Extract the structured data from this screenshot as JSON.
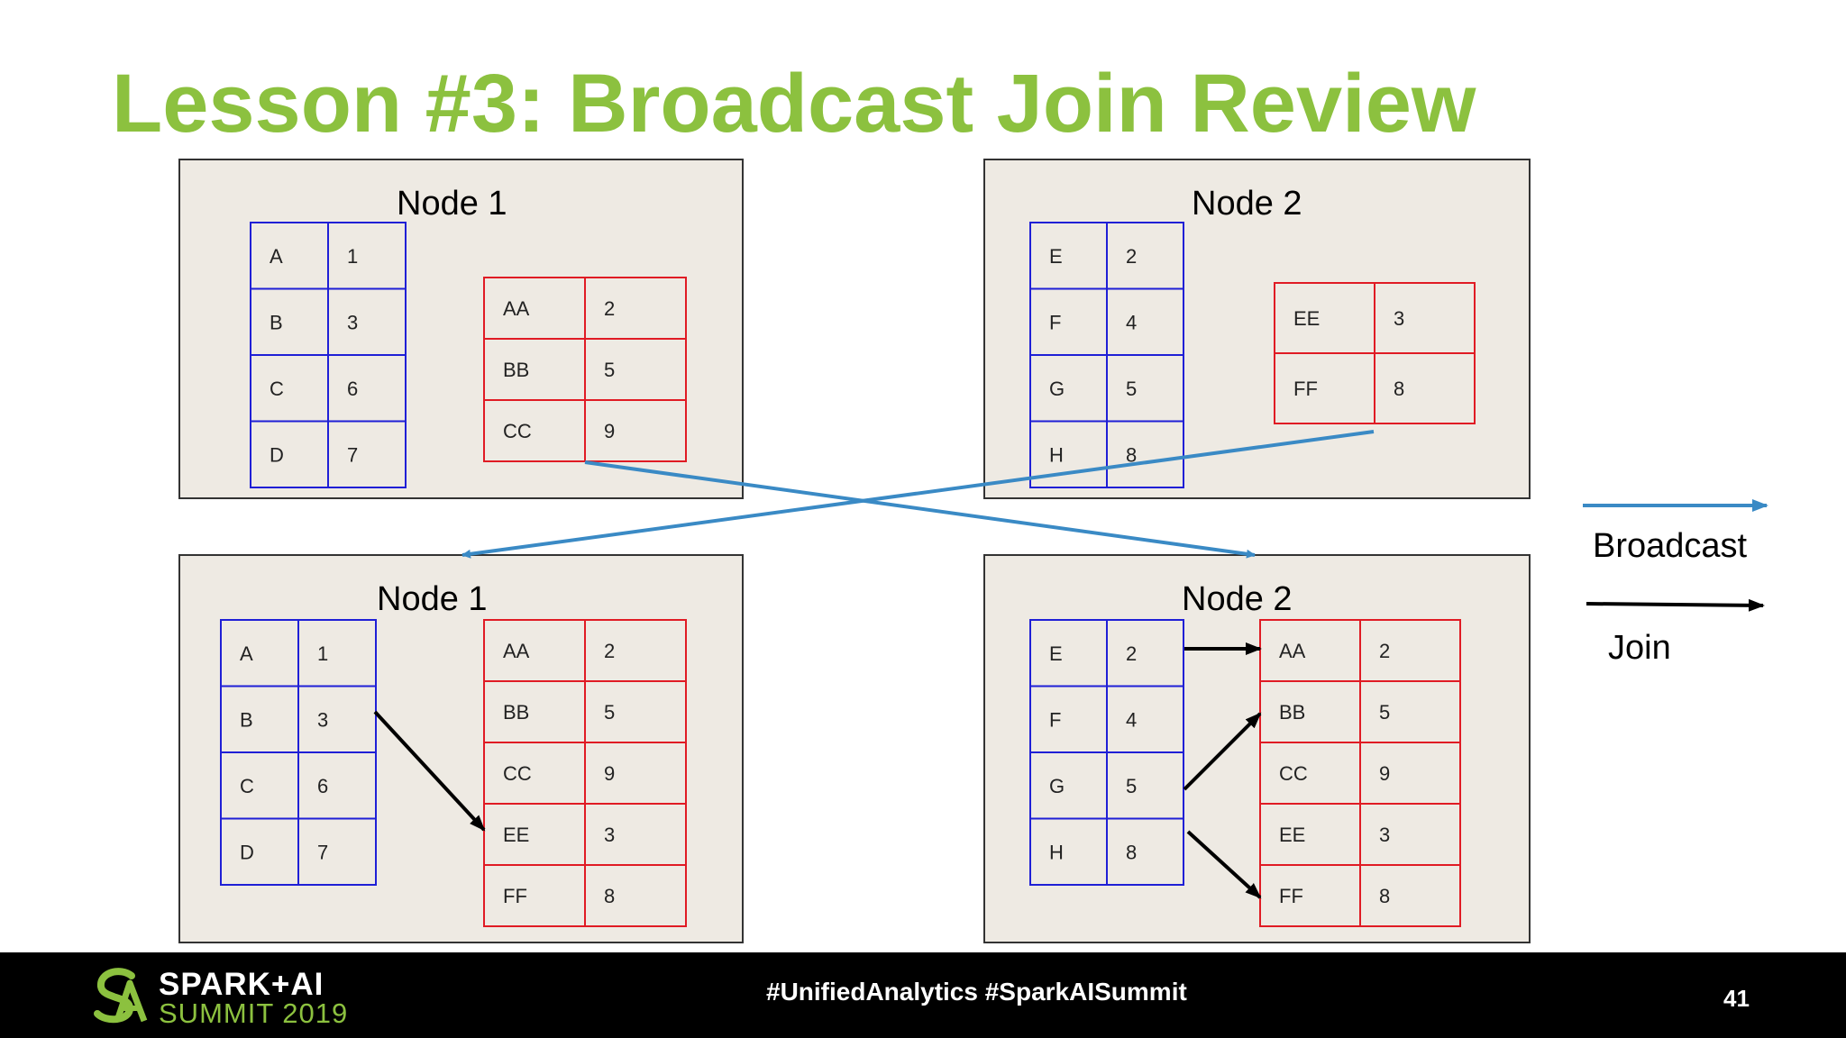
{
  "slide": {
    "title": "Lesson #3: Broadcast Join Review",
    "page_number": "41"
  },
  "colors": {
    "title": "#8cc13f",
    "node_fill": "#eeeae3",
    "small_table": "#1f1fd6",
    "large_table": "#e01b24",
    "broadcast_arrow": "#3a8ac5",
    "join_arrow": "#000000",
    "footer": "#000000"
  },
  "before": {
    "node1": {
      "title": "Node 1",
      "blue_table": [
        [
          "A",
          "1"
        ],
        [
          "B",
          "3"
        ],
        [
          "C",
          "6"
        ],
        [
          "D",
          "7"
        ]
      ],
      "red_table": [
        [
          "AA",
          "2"
        ],
        [
          "BB",
          "5"
        ],
        [
          "CC",
          "9"
        ]
      ]
    },
    "node2": {
      "title": "Node 2",
      "blue_table": [
        [
          "E",
          "2"
        ],
        [
          "F",
          "4"
        ],
        [
          "G",
          "5"
        ],
        [
          "H",
          "8"
        ]
      ],
      "red_table": [
        [
          "EE",
          "3"
        ],
        [
          "FF",
          "8"
        ]
      ]
    }
  },
  "after": {
    "node1": {
      "title": "Node 1",
      "blue_table": [
        [
          "A",
          "1"
        ],
        [
          "B",
          "3"
        ],
        [
          "C",
          "6"
        ],
        [
          "D",
          "7"
        ]
      ],
      "red_table": [
        [
          "AA",
          "2"
        ],
        [
          "BB",
          "5"
        ],
        [
          "CC",
          "9"
        ],
        [
          "EE",
          "3"
        ],
        [
          "FF",
          "8"
        ]
      ]
    },
    "node2": {
      "title": "Node 2",
      "blue_table": [
        [
          "E",
          "2"
        ],
        [
          "F",
          "4"
        ],
        [
          "G",
          "5"
        ],
        [
          "H",
          "8"
        ]
      ],
      "red_table": [
        [
          "AA",
          "2"
        ],
        [
          "BB",
          "5"
        ],
        [
          "CC",
          "9"
        ],
        [
          "EE",
          "3"
        ],
        [
          "FF",
          "8"
        ]
      ]
    }
  },
  "legend": {
    "broadcast_label": "Broadcast",
    "join_label": "Join"
  },
  "footer": {
    "logo_line1": "SPARK+AI",
    "logo_line2": "SUMMIT 2019",
    "hashtags": "#UnifiedAnalytics #SparkAISummit"
  }
}
